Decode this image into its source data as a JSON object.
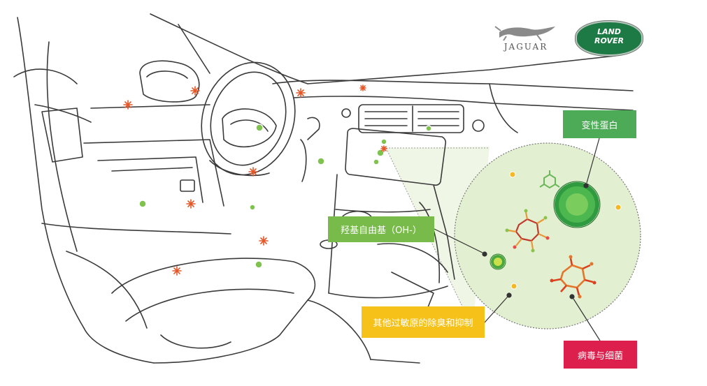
{
  "brands": {
    "jaguar": "JAGUAR",
    "land_rover_line1": "LAND",
    "land_rover_line2": "ROVER"
  },
  "labels": {
    "protein": "变性蛋白",
    "hydroxyl": "羟基自由基（OH-）",
    "allergen": "其他过敏原的除臭和抑制",
    "virus": "病毒与细菌"
  },
  "colors": {
    "protein": "#4daa57",
    "hydroxyl": "#79bb4a",
    "allergen": "#f6c21a",
    "virus": "#dc1f4c",
    "zoom_fill": "#eaf2dc",
    "line": "#3a3a3a"
  }
}
